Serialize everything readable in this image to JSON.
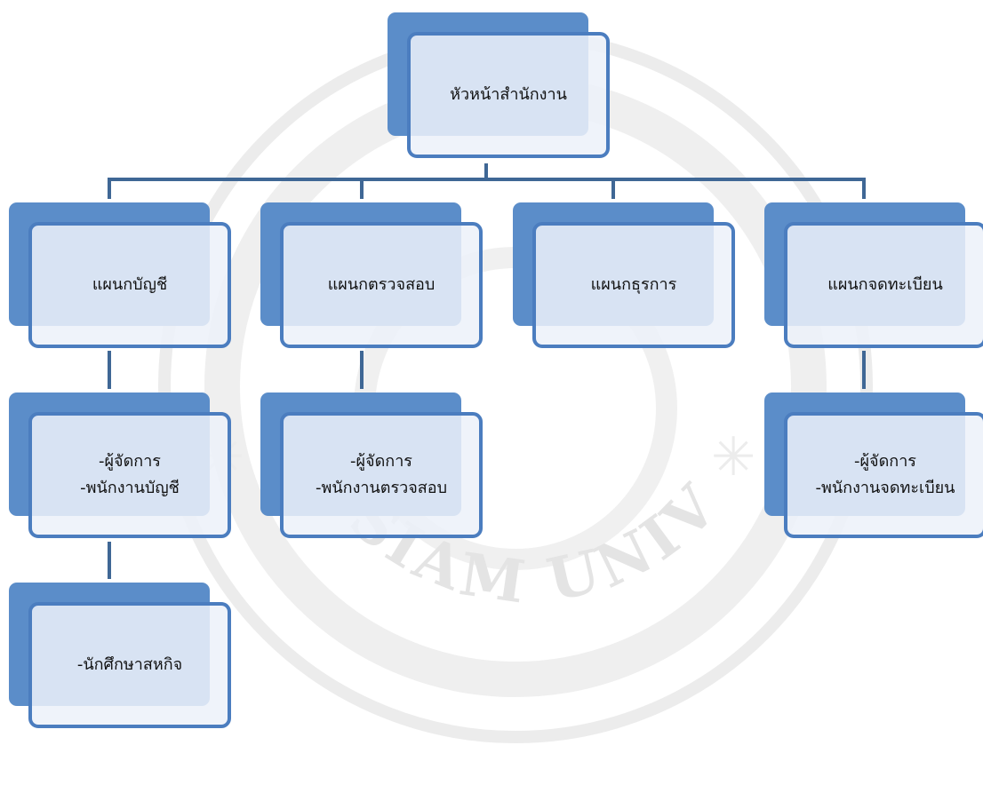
{
  "chart": {
    "root": {
      "label": "หัวหน้าสำนักงาน"
    },
    "departments": [
      {
        "label": "แผนกบัญชี"
      },
      {
        "label": "แผนกตรวจสอบ"
      },
      {
        "label": "แผนกธุรการ"
      },
      {
        "label": "แผนกจดทะเบียน"
      }
    ],
    "staff": [
      {
        "line1": "-ผู้จัดการ",
        "line2": "-พนักงานบัญชี"
      },
      {
        "line1": "-ผู้จัดการ",
        "line2": "-พนักงานตรวจสอบ"
      },
      {
        "line1": "-ผู้จัดการ",
        "line2": "-พนักงานจดทะเบียน"
      }
    ],
    "intern": {
      "label": "-นักศึกษาสหกิจ"
    }
  },
  "watermark": {
    "text": "SIAM UNIVERSITY",
    "color": "#e4e4e4"
  },
  "colors": {
    "box_back": "#5b8dc9",
    "box_border": "#4b7dbf",
    "box_fill": "#eef2f9",
    "connector": "#3f6795"
  }
}
